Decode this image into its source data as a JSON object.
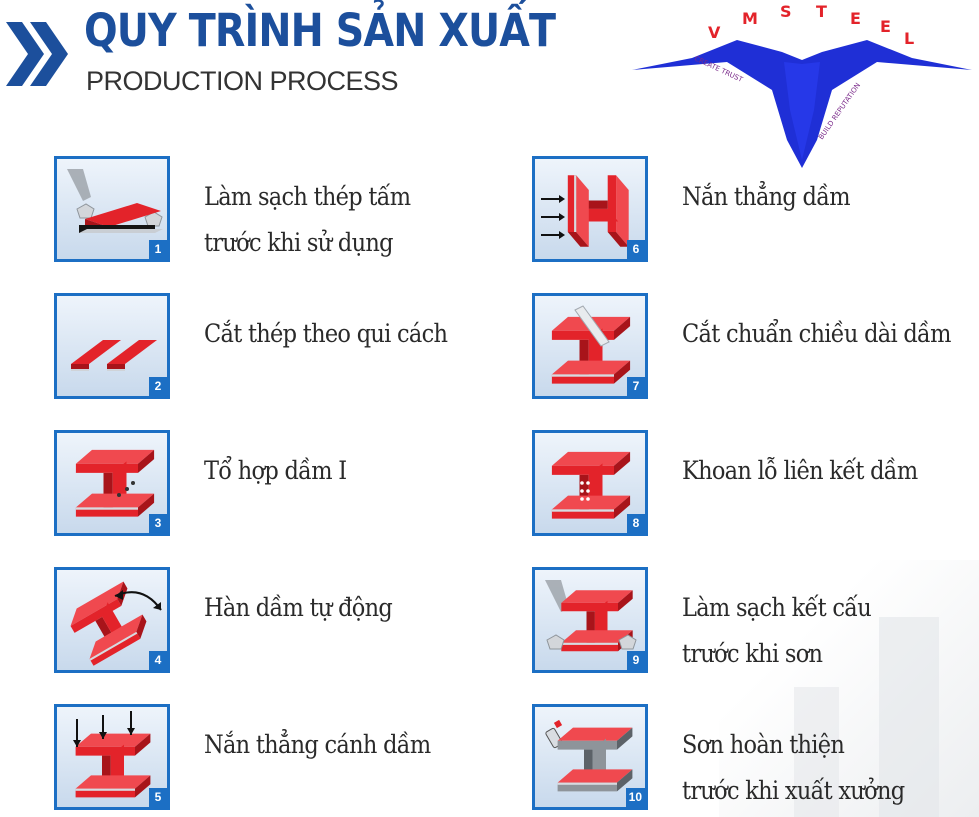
{
  "header": {
    "title": "QUY TRÌNH SẢN XUẤT",
    "subtitle": "PRODUCTION PROCESS"
  },
  "logo": {
    "brand": "VMSTEEL",
    "slogan": "CREATE TRUST BUILD REPUTATION"
  },
  "colors": {
    "brand_blue": "#1c4f9c",
    "box_border": "#1c6fc4",
    "steel_red": "#e3232a"
  },
  "steps": [
    {
      "number": "1",
      "lines": [
        "Làm sạch thép tấm",
        "trước khi sử dụng"
      ],
      "icon": "plate-cleaning-icon"
    },
    {
      "number": "2",
      "lines": [
        "Cắt thép theo qui cách"
      ],
      "icon": "plate-cutting-icon"
    },
    {
      "number": "3",
      "lines": [
        "Tổ hợp dầm I"
      ],
      "icon": "i-beam-assembly-icon"
    },
    {
      "number": "4",
      "lines": [
        "Hàn dầm tự động"
      ],
      "icon": "beam-welding-icon"
    },
    {
      "number": "5",
      "lines": [
        "Nắn thẳng cánh dầm"
      ],
      "icon": "flange-straightening-icon"
    },
    {
      "number": "6",
      "lines": [
        "Nắn thẳng dầm"
      ],
      "icon": "beam-straightening-icon"
    },
    {
      "number": "7",
      "lines": [
        "Cắt chuẩn chiều dài dầm"
      ],
      "icon": "beam-length-cutting-icon"
    },
    {
      "number": "8",
      "lines": [
        "Khoan lỗ liên kết dầm"
      ],
      "icon": "beam-drilling-icon"
    },
    {
      "number": "9",
      "lines": [
        "Làm sạch kết cấu",
        "trước khi sơn"
      ],
      "icon": "structure-cleaning-icon"
    },
    {
      "number": "10",
      "lines": [
        "Sơn hoàn thiện",
        "trước khi xuất xưởng"
      ],
      "icon": "finish-painting-icon"
    }
  ]
}
